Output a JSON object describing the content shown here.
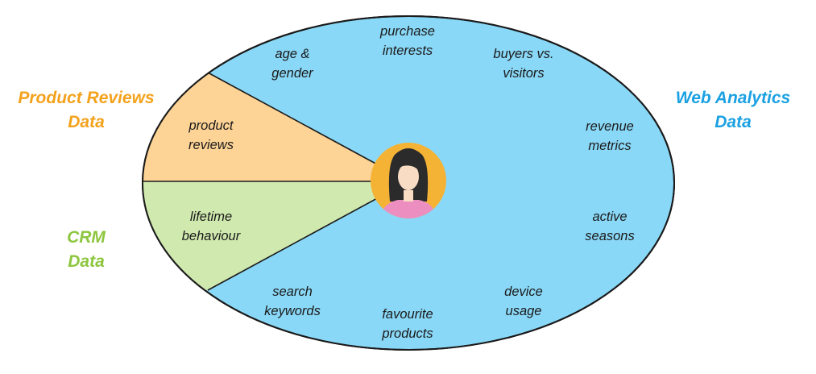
{
  "groups": {
    "product_reviews": {
      "label": "Product Reviews\nData",
      "color": "#f4a21c",
      "fill": "#fdd396"
    },
    "crm": {
      "label": "CRM\nData",
      "color": "#8dc63f",
      "fill": "#cfe9ae"
    },
    "web_analytics": {
      "label": "Web Analytics\nData",
      "color": "#1ba1e2",
      "fill": "#8ad8f7"
    }
  },
  "segments": {
    "product_reviews": "product\nreviews",
    "lifetime_behaviour": "lifetime\nbehaviour",
    "age_gender": "age &\ngender",
    "purchase_interests": "purchase\ninterests",
    "buyers_visitors": "buyers vs.\nvisitors",
    "revenue_metrics": "revenue\nmetrics",
    "active_seasons": "active\nseasons",
    "device_usage": "device\nusage",
    "favourite_products": "favourite\nproducts",
    "search_keywords": "search\nkeywords"
  },
  "center_icon": {
    "name": "customer-avatar-icon",
    "bg": "#f5b335",
    "hair": "#2b2b2b",
    "skin": "#f9dcc4",
    "shirt": "#ec8fc0"
  },
  "outline_color": "#1a1a1a"
}
